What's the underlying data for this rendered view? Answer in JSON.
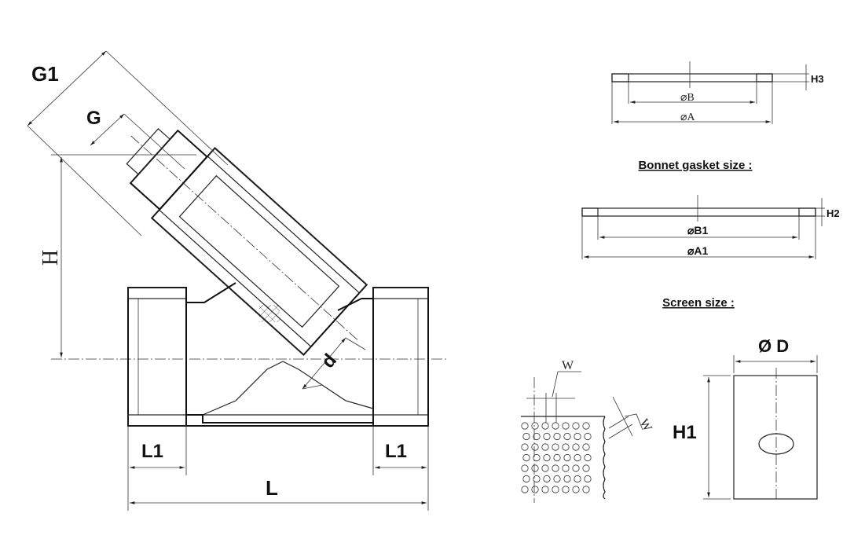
{
  "valve": {
    "labels": {
      "G1": "G1",
      "G": "G",
      "H": "H",
      "d": "d",
      "L1_left": "L1",
      "L1_right": "L1",
      "L": "L"
    }
  },
  "cap_gasket": {
    "B": "⌀B",
    "A": "⌀A",
    "H3": "H3"
  },
  "bonnet_gasket": {
    "title": "Bonnet gasket size :",
    "B1": "⌀B1",
    "A1": "⌀A1",
    "H2": "H2"
  },
  "screen": {
    "title": "Screen size :",
    "D": "Ø D",
    "H1": "H1",
    "W_top": "W",
    "W_side": "W"
  },
  "colors": {
    "line": "#222222",
    "background": "#ffffff"
  }
}
